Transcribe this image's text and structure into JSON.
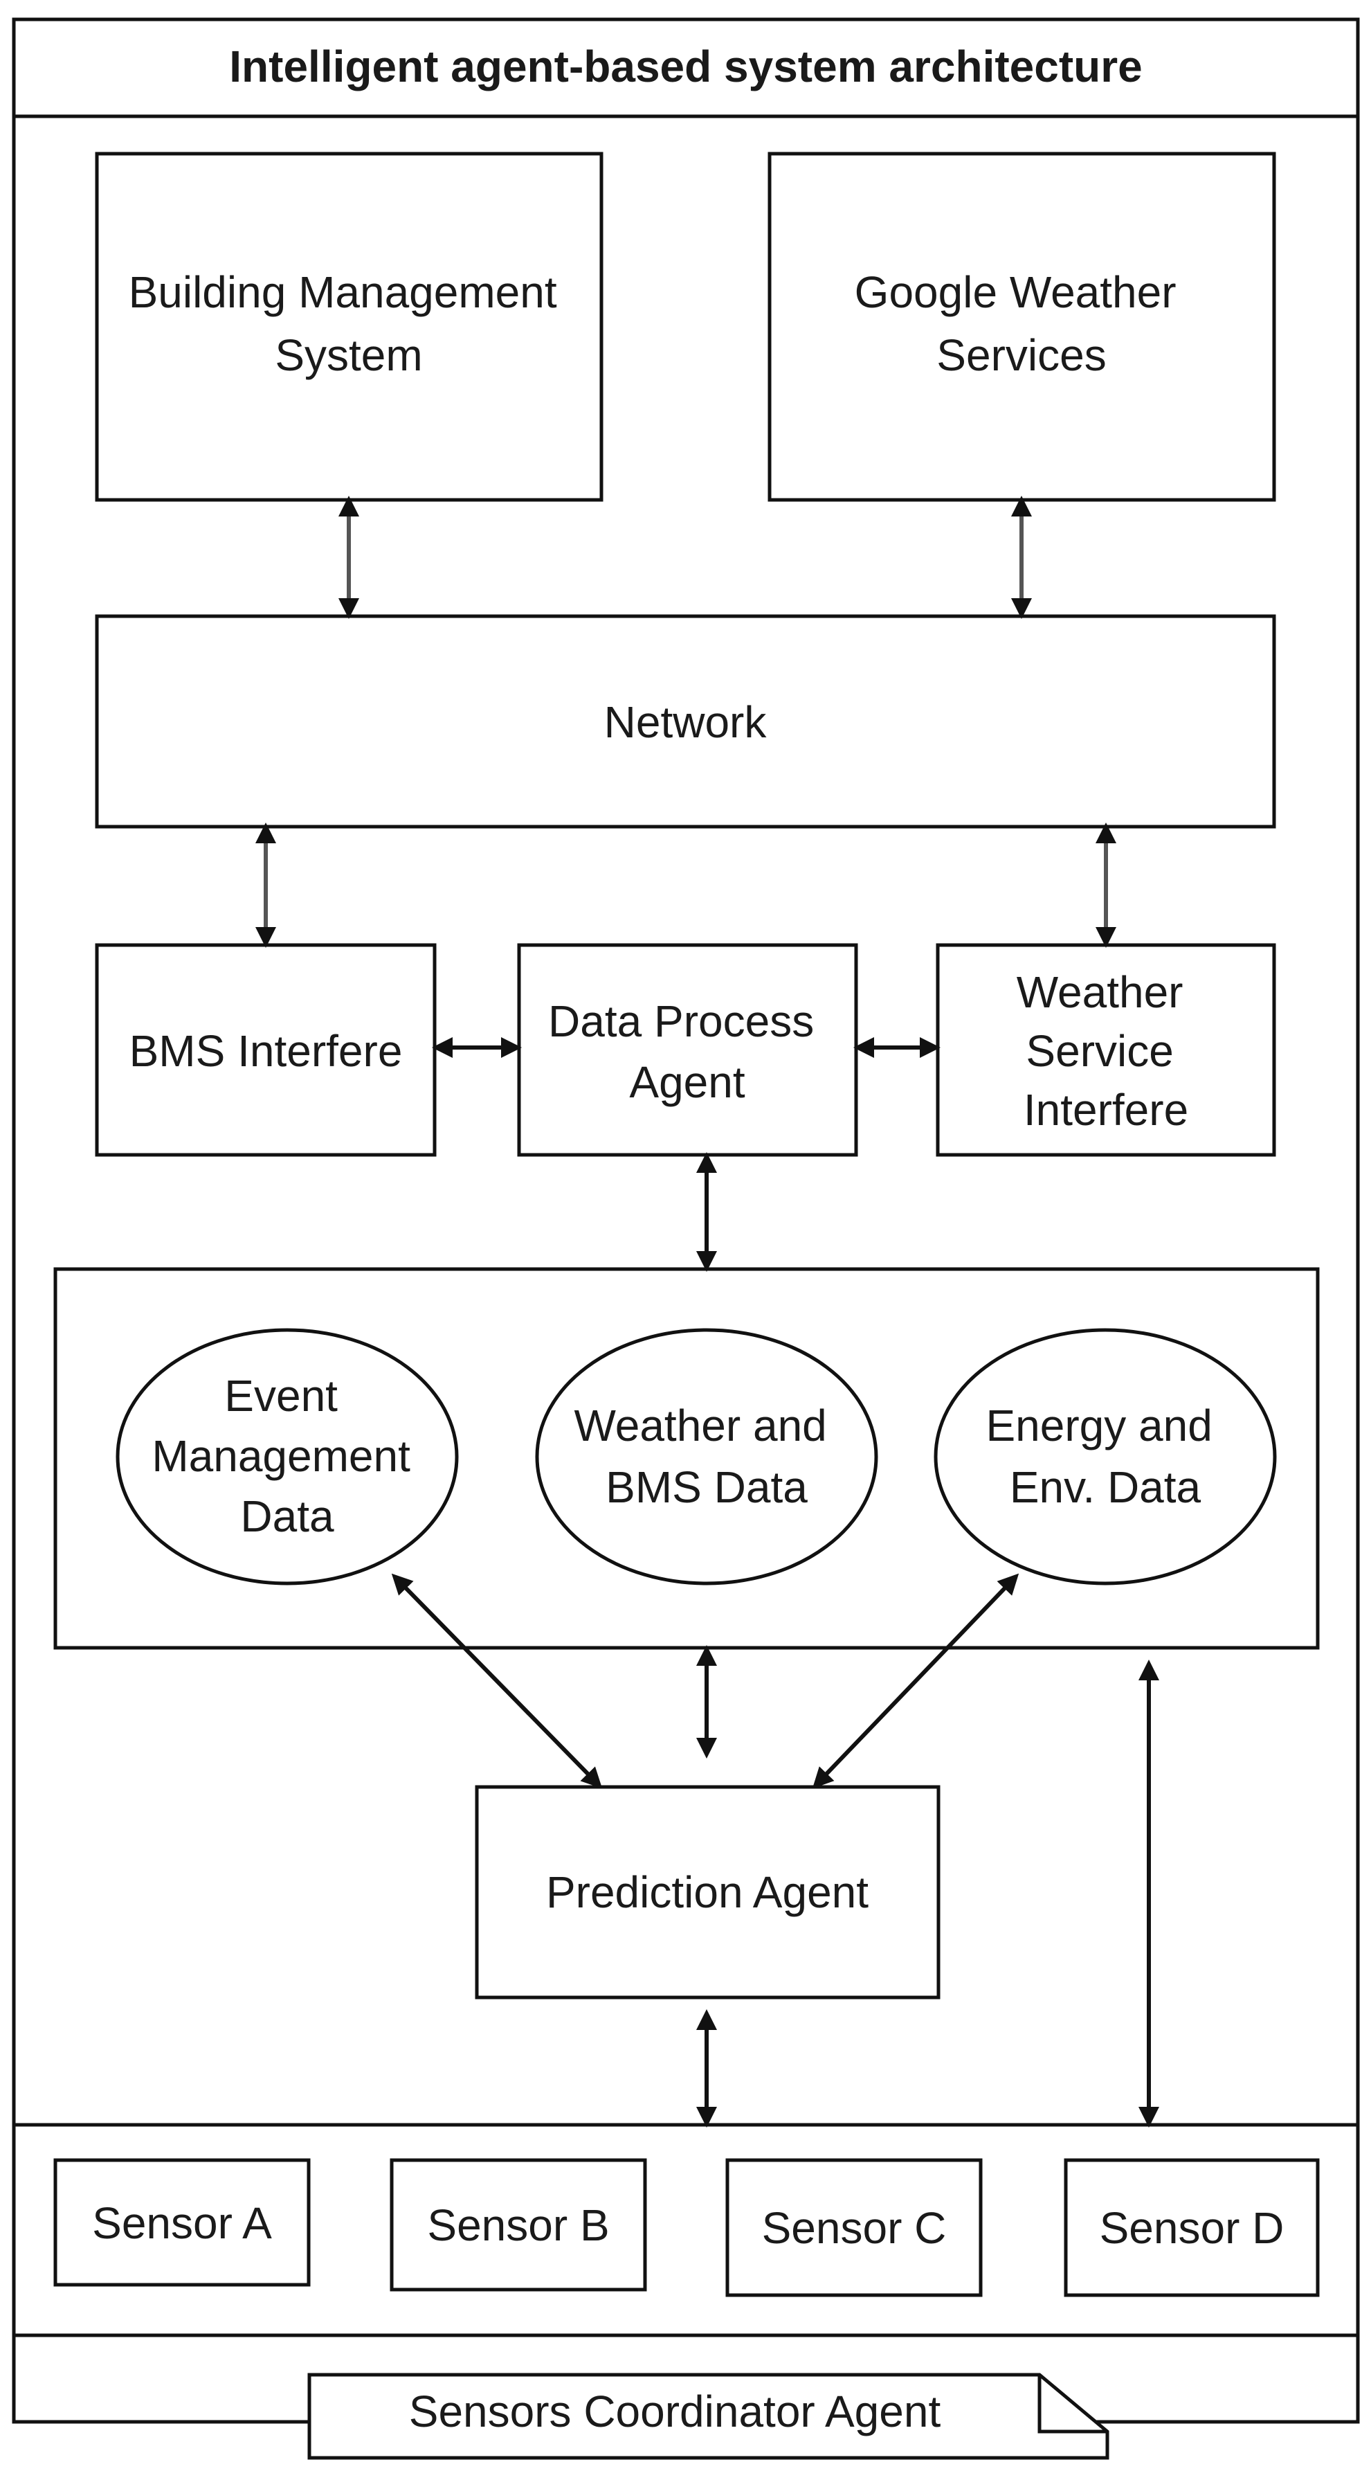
{
  "title": "Intelligent agent-based system architecture",
  "nodes": {
    "bms": [
      "Building Management",
      "System"
    ],
    "google_weather": [
      "Google Weather",
      "Services"
    ],
    "network": [
      "Network"
    ],
    "bms_interfere": [
      "BMS Interfere"
    ],
    "data_process_agent": [
      "Data Process",
      "Agent"
    ],
    "weather_service_interfere": [
      "Weather",
      "Service",
      "Interfere"
    ],
    "event_management_data": [
      "Event",
      "Management",
      "Data"
    ],
    "weather_bms_data": [
      "Weather and",
      "BMS Data"
    ],
    "energy_env_data": [
      "Energy and",
      "Env. Data"
    ],
    "prediction_agent": [
      "Prediction Agent"
    ]
  },
  "sensors": [
    "Sensor A",
    "Sensor B",
    "Sensor C",
    "Sensor D"
  ],
  "footer_label": "Sensors Coordinator Agent"
}
